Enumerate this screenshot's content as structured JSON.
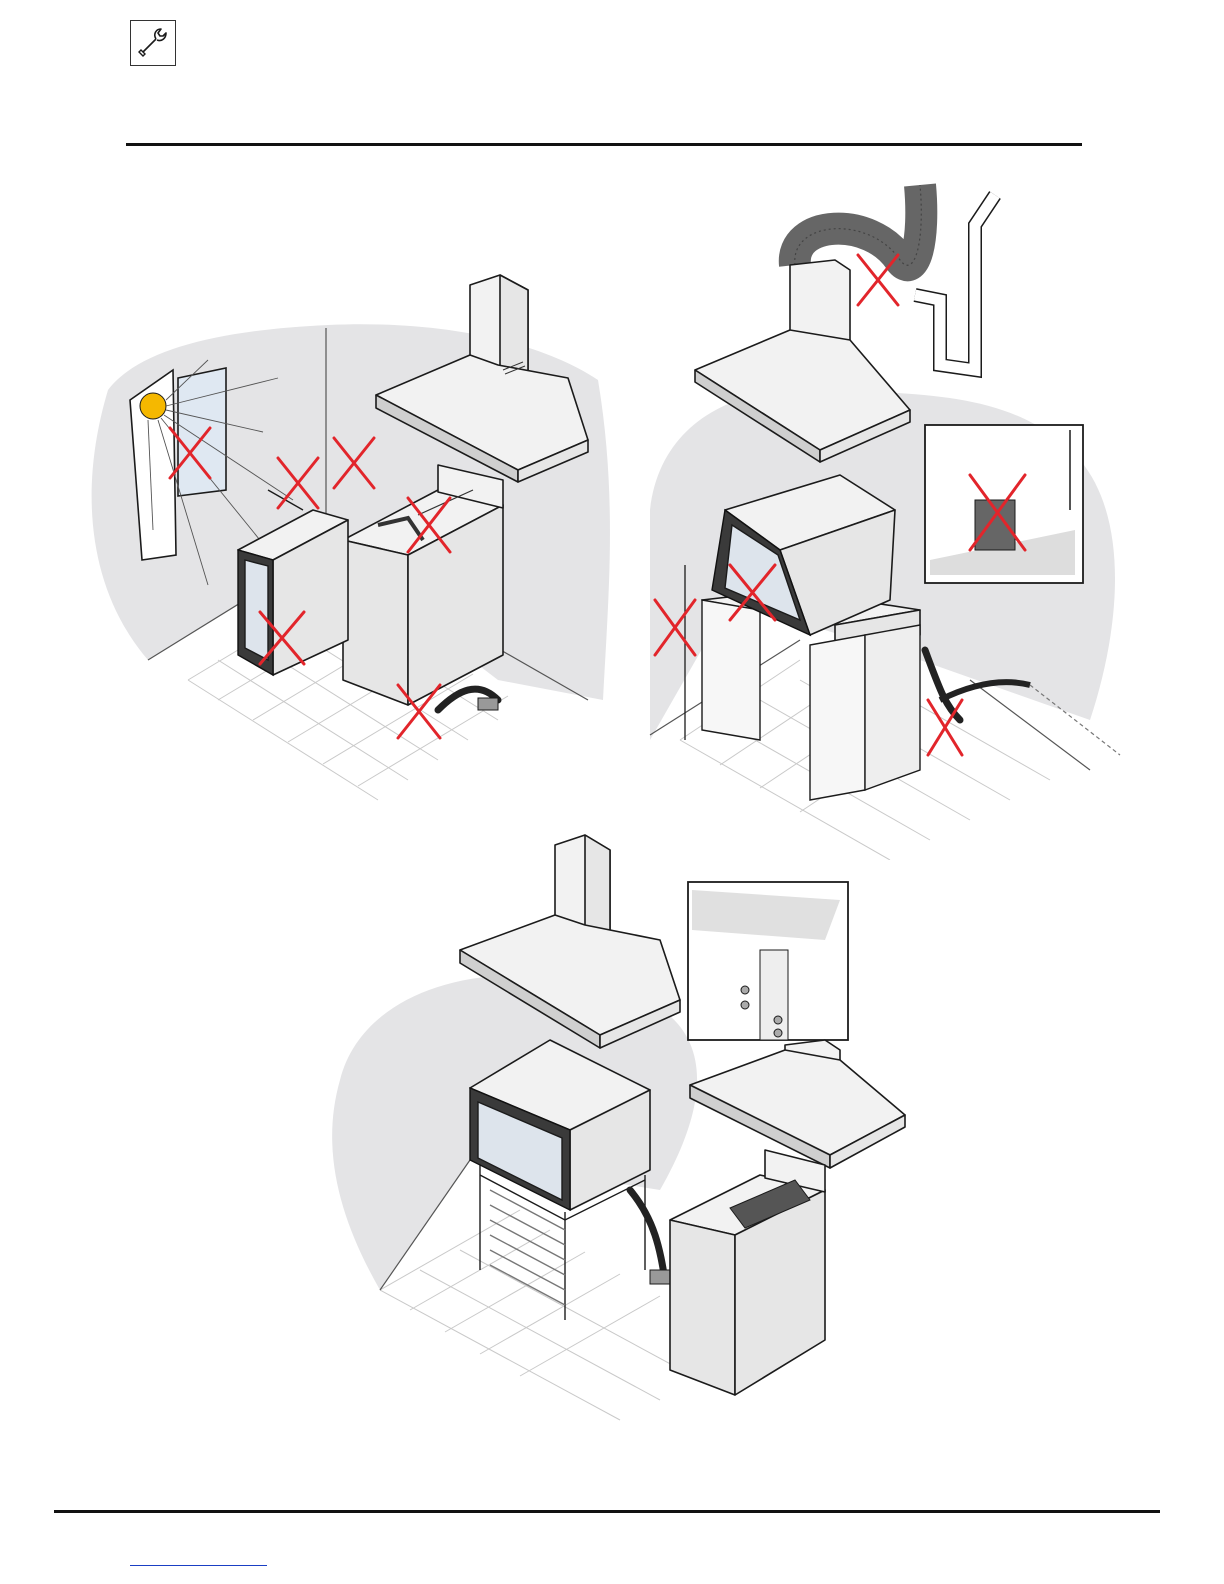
{
  "header": {
    "icon": "wrench-icon"
  },
  "colors": {
    "prohibited_mark": "#e2252b",
    "wall_shade": "#e4e4e6",
    "steel": "#e6e6e6",
    "link": "#1a3fc4"
  },
  "figures": [
    {
      "id": "figure-installation-hazards",
      "icons": [
        "sun-icon",
        "window-icon",
        "extraction-hood-icon",
        "fryer-icon",
        "oven-icon",
        "drain-icon",
        "prohibited-x-icon"
      ]
    },
    {
      "id": "figure-hood-and-support",
      "icons": [
        "flexible-duct-icon",
        "drain-pipe-icon",
        "extraction-hood-icon",
        "oven-icon",
        "support-stand-icon",
        "cable-icon",
        "prohibited-x-icon",
        "detail-inset-icon"
      ]
    },
    {
      "id": "figure-correct-installation",
      "icons": [
        "extraction-hood-icon",
        "oven-icon",
        "rack-stand-icon",
        "fryer-icon",
        "drain-icon",
        "detail-inset-icon"
      ]
    }
  ],
  "footer": {
    "link_text": ""
  }
}
